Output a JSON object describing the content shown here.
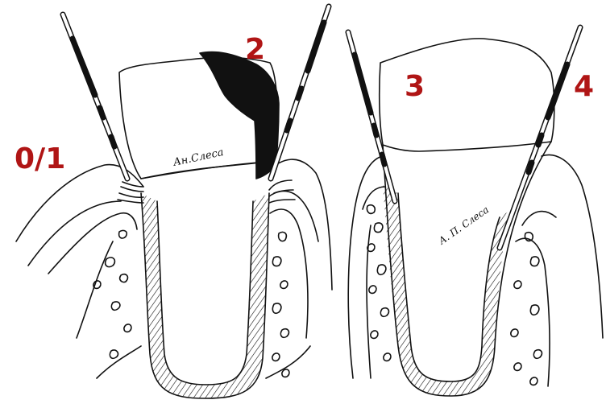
{
  "labels": {
    "stage_0_1": "0/1",
    "stage_2": "2",
    "stage_3": "3",
    "stage_4": "4"
  },
  "signatures": {
    "left": "Ан.Слеса",
    "right": "А. П. Слеса"
  },
  "colors": {
    "label": "#b01515",
    "ink": "#111111",
    "paper": "#ffffff"
  }
}
